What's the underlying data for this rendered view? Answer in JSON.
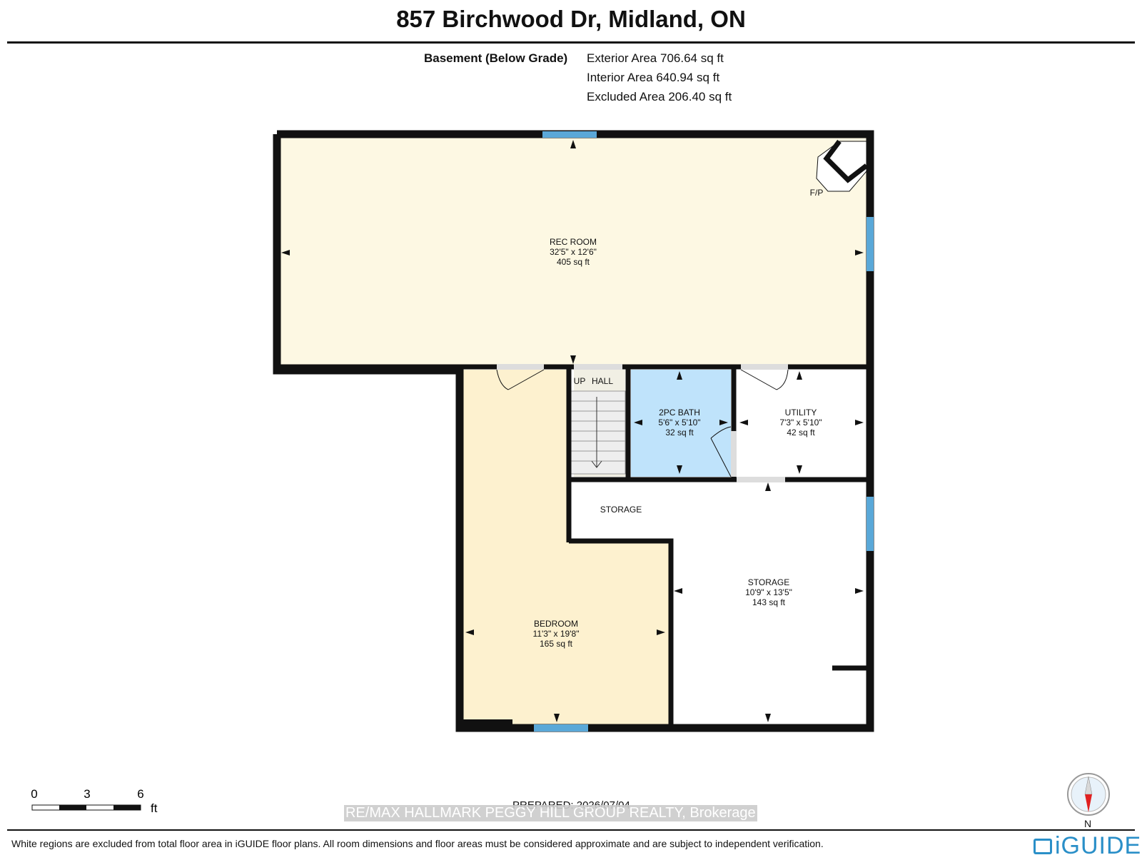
{
  "header": {
    "title": "857 Birchwood Dr, Midland, ON"
  },
  "floor": {
    "name": "Basement (Below Grade)",
    "exterior_area": "Exterior Area 706.64 sq ft",
    "interior_area": "Interior Area 640.94 sq ft",
    "excluded_area": "Excluded Area 206.40 sq ft"
  },
  "rooms": {
    "rec_room": {
      "name": "REC ROOM",
      "dims": "32'5\" x 12'6\"",
      "area": "405 sq ft"
    },
    "fireplace": {
      "name": "F/P"
    },
    "up": {
      "name": "UP"
    },
    "hall": {
      "name": "HALL"
    },
    "bath": {
      "name": "2PC BATH",
      "dims": "5'6\" x 5'10\"",
      "area": "32 sq ft"
    },
    "utility": {
      "name": "UTILITY",
      "dims": "7'3\" x 5'10\"",
      "area": "42 sq ft"
    },
    "storage_small": {
      "name": "STORAGE"
    },
    "storage": {
      "name": "STORAGE",
      "dims": "10'9\" x 13'5\"",
      "area": "143 sq ft"
    },
    "bedroom": {
      "name": "BEDROOM",
      "dims": "11'3\" x 19'8\"",
      "area": "165 sq ft"
    }
  },
  "scale": {
    "labels": [
      "0",
      "3",
      "6"
    ],
    "unit": "ft"
  },
  "prepared": "PREPARED: 2026/07/04",
  "watermark": "RE/MAX HALLMARK PEGGY HILL GROUP REALTY, Brokerage",
  "footer": {
    "disclaimer": "White regions are excluded from total floor area in iGUIDE floor plans. All room dimensions and floor areas must be considered approximate and are subject to independent verification.",
    "brand": "iGUIDE"
  },
  "compass": {
    "label": "N"
  },
  "colors": {
    "rec_room": "#fdf8e3",
    "bedroom": "#fdf1cf",
    "bath": "#bfe3fb",
    "window": "#5aa8d8",
    "wall": "#111111",
    "brand": "#2a8fc8",
    "compass_needle": "#e02020"
  }
}
